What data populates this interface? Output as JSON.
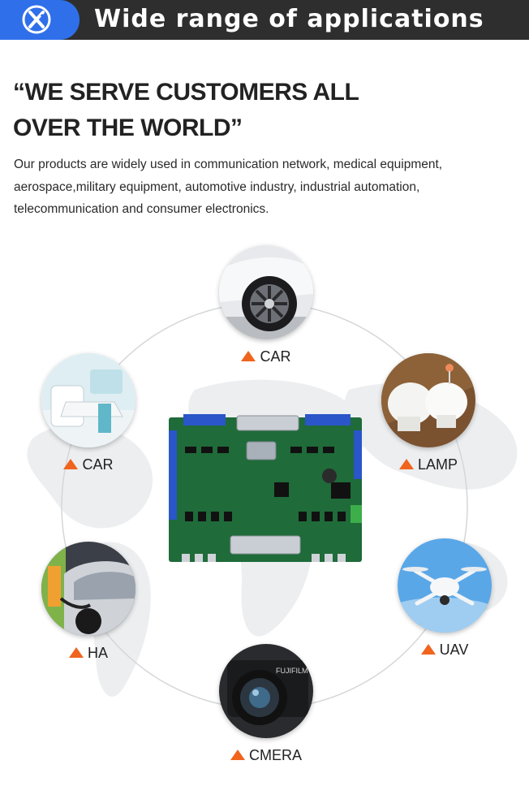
{
  "header": {
    "logo": "x-logo-icon",
    "title": "Wide range of applications"
  },
  "headline": {
    "line1": "“WE SERVE CUSTOMERS ALL",
    "line2": "OVER THE WORLD”"
  },
  "intro": {
    "line1": "Our products are widely used in communication network, medical  equipment,",
    "line2": "aerospace,military equipment, automotive industry,  industrial automation,",
    "line3": "telecommunication and consumer electronics."
  },
  "applications": [
    {
      "label": "CAR",
      "icon": "car-wheel-image"
    },
    {
      "label": "CAR",
      "icon": "medical-equipment-image"
    },
    {
      "label": "LAMP",
      "icon": "led-bulb-image"
    },
    {
      "label": "HA",
      "icon": "ev-charging-image"
    },
    {
      "label": "UAV",
      "icon": "drone-image"
    },
    {
      "label": "CMERA",
      "icon": "camera-image"
    }
  ],
  "center": {
    "icon": "pcb-board-image"
  },
  "colors": {
    "header_bg": "#2e2e2e",
    "logo_bg": "#2f6fea",
    "accent_triangle": "#f0641e",
    "pcb_green": "#1f6b3a"
  }
}
